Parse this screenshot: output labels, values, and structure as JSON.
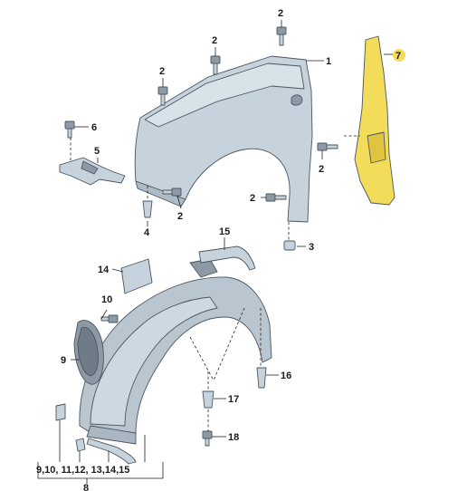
{
  "diagram": {
    "callouts": {
      "c1": "1",
      "c2a": "2",
      "c2b": "2",
      "c2c": "2",
      "c2d": "2",
      "c2e": "2",
      "c2f": "2",
      "c3": "3",
      "c4": "4",
      "c5": "5",
      "c6": "6",
      "c7": "7",
      "c8": "8",
      "c9": "9",
      "c10": "10",
      "c14": "14",
      "c15": "15",
      "c16": "16",
      "c17": "17",
      "c18": "18",
      "group": "9,10, 11,12, 13,14,15"
    },
    "colors": {
      "highlight_part": "#f2dc5a",
      "part_fill": "#c6d3dc",
      "outline": "#4a5560"
    }
  }
}
